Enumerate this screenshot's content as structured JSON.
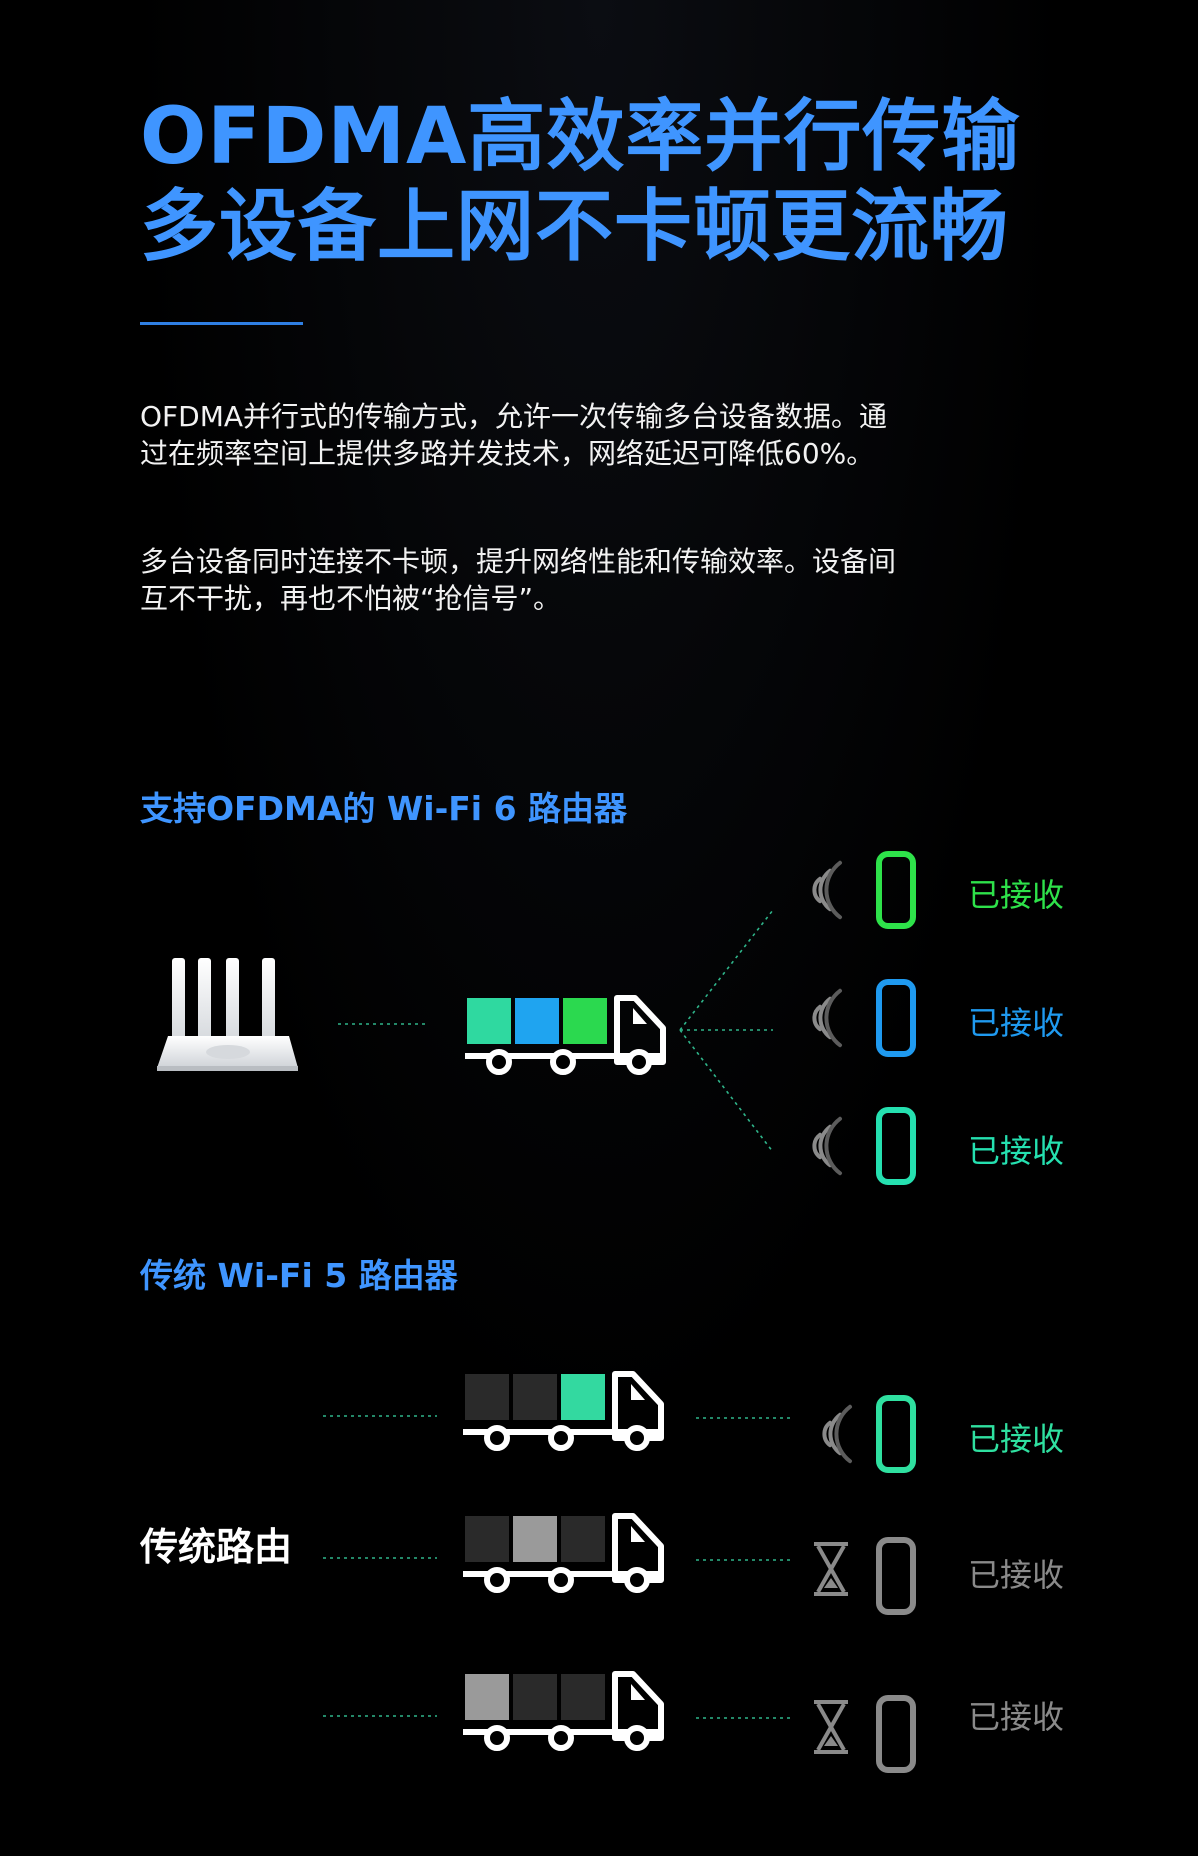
{
  "headline": {
    "line1": "OFDMA高效率并行传输",
    "line2": "多设备上网不卡顿更流畅"
  },
  "paragraphs": [
    "OFDMA并行式的传输方式，允许一次传输多台设备数据。通过在频率空间上提供多路并发技术，网络延迟可降低60%。",
    "多台设备同时连接不卡顿，提升网络性能和传输效率。设备间互不干扰，再也不怕被“抢信号”。"
  ],
  "wifi6": {
    "title": "支持OFDMA的 Wi-Fi 6 路由器",
    "devices": [
      {
        "status": "已接收",
        "color": "#2ee24a"
      },
      {
        "status": "已接收",
        "color": "#1f9af0"
      },
      {
        "status": "已接收",
        "color": "#25e0b0"
      }
    ],
    "cargo_colors": [
      "#2fd9a0",
      "#1fa4f0",
      "#2bd94f"
    ]
  },
  "wifi5": {
    "title": "传统 Wi-Fi 5 路由器",
    "side_label": "传统路由",
    "rows": [
      {
        "status": "已接收",
        "state": "received",
        "color": "#2fe0a0",
        "cargo": [
          "#2a2a2a",
          "#2a2a2a",
          "#33d9a0"
        ]
      },
      {
        "status": "已接收",
        "state": "waiting",
        "color": "#8a8a8a",
        "cargo": [
          "#2a2a2a",
          "#9a9a9a",
          "#2a2a2a"
        ]
      },
      {
        "status": "已接收",
        "state": "waiting",
        "color": "#8a8a8a",
        "cargo": [
          "#9a9a9a",
          "#2a2a2a",
          "#2a2a2a"
        ]
      }
    ]
  },
  "icons": {
    "router": "router-icon",
    "truck": "truck-icon",
    "signal": "wifi-signal-icon",
    "phone": "phone-icon",
    "hourglass": "hourglass-icon"
  }
}
